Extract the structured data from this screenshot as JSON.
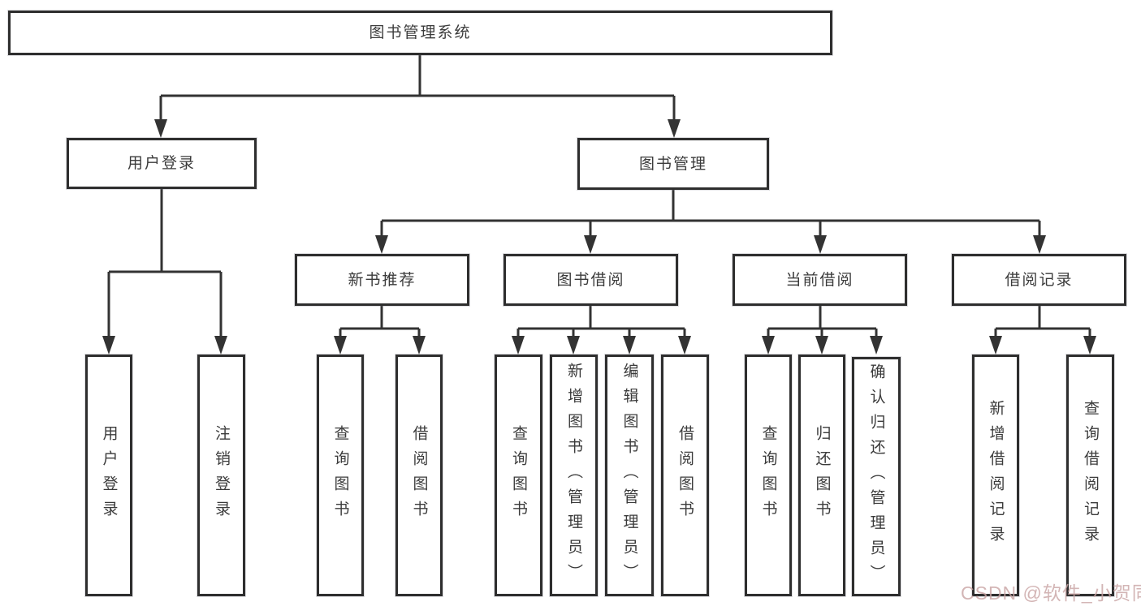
{
  "diagram": {
    "root": "图书管理系统",
    "level2": [
      "用户登录",
      "图书管理"
    ],
    "level3": [
      "新书推荐",
      "图书借阅",
      "当前借阅",
      "借阅记录"
    ],
    "leaves_user_login": [
      "用户登录",
      "注销登录"
    ],
    "leaves_new_book": [
      "查询图书",
      "借阅图书"
    ],
    "leaves_book_borrow": [
      "查询图书",
      "新增图书（管理员）",
      "编辑图书（管理员）",
      "借阅图书"
    ],
    "leaves_current_borrow": [
      "查询图书",
      "归还图书",
      "确认归还（管理员）"
    ],
    "leaves_borrow_record": [
      "新增借阅记录",
      "查询借阅记录"
    ]
  },
  "watermark": {
    "text": "CSDN @软件_小贺同学",
    "color": "#c9a3a3"
  },
  "colors": {
    "line": "#333333",
    "border": "#2e2e2e",
    "text": "#3b3b3b",
    "background": "#ffffff"
  }
}
